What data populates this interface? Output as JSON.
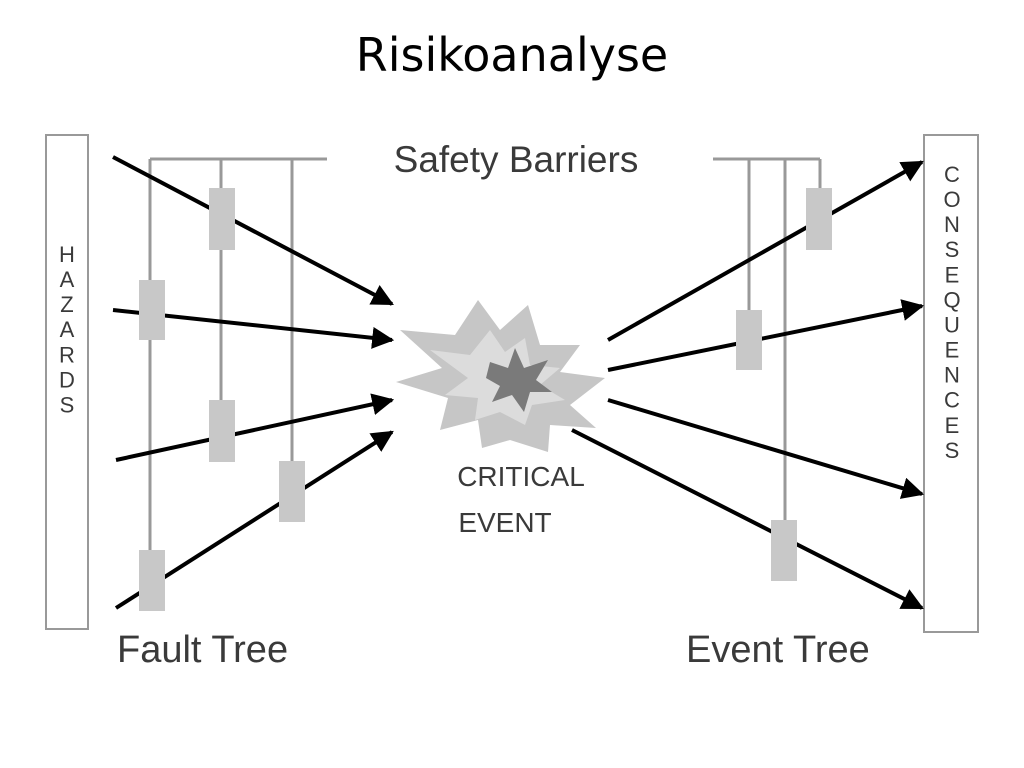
{
  "slide": {
    "title": "Risikoanalyse"
  },
  "diagram": {
    "barriers_label": "Safety Barriers",
    "hazards_label": "HAZARDS",
    "consequences_label": "CONSEQUENCES",
    "critical_event_line1": "CRITICAL",
    "critical_event_line2": "EVENT",
    "fault_tree_label": "Fault Tree",
    "event_tree_label": "Event Tree"
  },
  "colors": {
    "arrow": "#000000",
    "barrier": "#c8c8c8",
    "frame": "#999999",
    "burst_outer": "#c6c6c6",
    "burst_inner": "#7a7a7a"
  }
}
